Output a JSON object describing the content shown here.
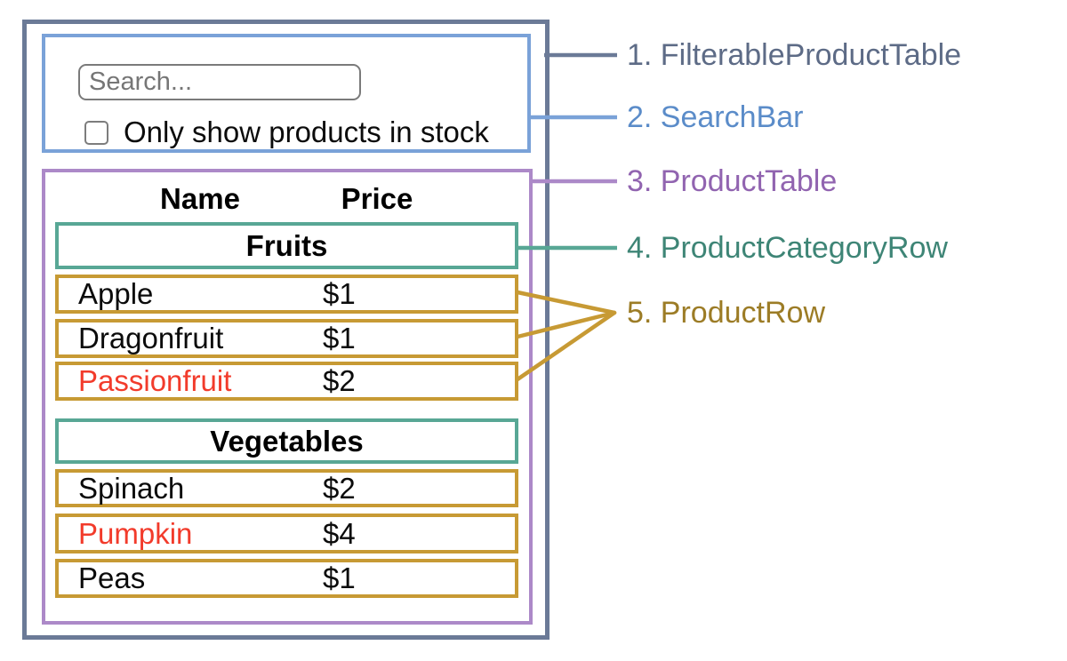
{
  "diagram": {
    "search_bar": {
      "search_placeholder": "Search...",
      "checkbox_label": "Only show products in stock"
    },
    "product_table": {
      "headers": {
        "name": "Name",
        "price": "Price"
      },
      "sections": [
        {
          "category": "Fruits",
          "rows": [
            {
              "name": "Apple",
              "price": "$1",
              "red_text": false
            },
            {
              "name": "Dragonfruit",
              "price": "$1",
              "red_text": false
            },
            {
              "name": "Passionfruit",
              "price": "$2",
              "red_text": true
            }
          ]
        },
        {
          "category": "Vegetables",
          "rows": [
            {
              "name": "Spinach",
              "price": "$2",
              "red_text": false
            },
            {
              "name": "Pumpkin",
              "price": "$4",
              "red_text": true
            },
            {
              "name": "Peas",
              "price": "$1",
              "red_text": false
            }
          ]
        }
      ]
    }
  },
  "legend": {
    "items": [
      {
        "label": "1. FilterableProductTable",
        "color": "#5d6b86"
      },
      {
        "label": "2. SearchBar",
        "color": "#5b8cc9"
      },
      {
        "label": "3. ProductTable",
        "color": "#9164b0"
      },
      {
        "label": "4. ProductCategoryRow",
        "color": "#3e8576"
      },
      {
        "label": "5. ProductRow",
        "color": "#9c7c26"
      }
    ]
  },
  "colors": {
    "filterable_product_table_border": "#6b7a97",
    "search_bar_border": "#7aa2d8",
    "product_table_border": "#ac89c8",
    "product_category_row_border": "#58a795",
    "product_row_border": "#c79a34",
    "out_of_stock_text": "#f23b2b"
  }
}
